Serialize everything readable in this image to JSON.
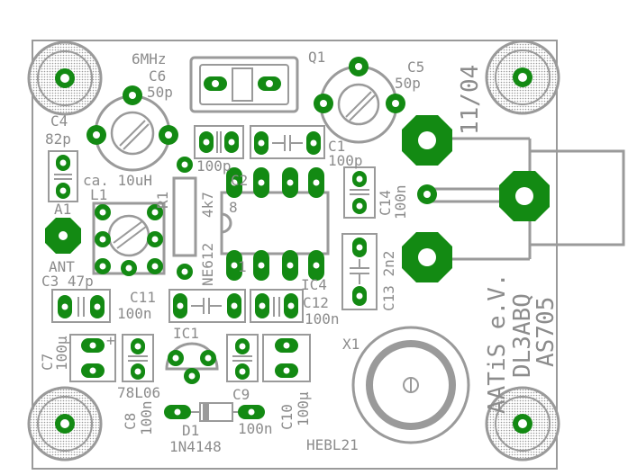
{
  "board": {
    "labels": {
      "crystal_freq": "6MHz",
      "q1": "Q1",
      "c6_name": "C6",
      "c6_val": "50p",
      "c5_name": "C5",
      "c5_val": "50p",
      "c4_name": "C4",
      "c4_val": "82p",
      "c2_val": "100p",
      "c2_name": "C2",
      "c1_name": "C1",
      "c1_val": "100p",
      "l1_val": "ca. 10uH",
      "l1_name": "L1",
      "r_name": "R1",
      "r_val": "4k7",
      "ic_pin8": "8",
      "ic_pin1": "1",
      "ne612": "NE612",
      "c14_name": "C14",
      "c14_val": "100n",
      "a1": "A1",
      "ant": "ANT",
      "c3": "C3 47p",
      "c11_name": "C11",
      "c11_val": "100n",
      "ic4": "IC4",
      "c12_name": "C12",
      "c12_val": "100n",
      "c13": "C13 2n2",
      "c7_name": "C7",
      "c7_val": "100µ",
      "ic1": "IC1",
      "x1": "X1",
      "l06": "78L06",
      "c8_name": "C8",
      "c8_val": "100n",
      "c9_name": "C9",
      "c9_val": "100n",
      "c10_name": "C10",
      "c10_val": "100µ",
      "d1_name": "D1",
      "d1_val": "1N4148",
      "hebl": "HEBL21",
      "date": "11/04",
      "aatis": "AATiS e.V.",
      "call": "DL3ABQ",
      "as": "AS705"
    }
  }
}
